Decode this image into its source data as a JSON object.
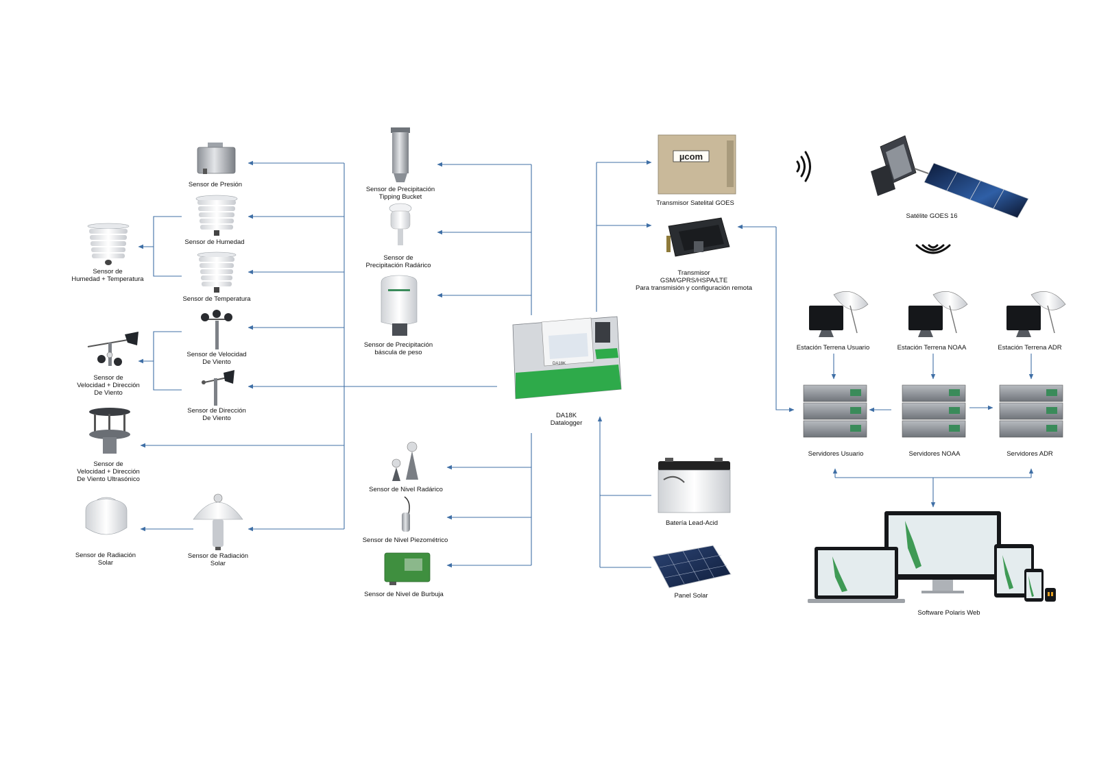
{
  "colors": {
    "connector": "#3f6fa6",
    "device_gray": "#b9bcc1",
    "device_dark": "#3a3d42",
    "datalogger_green": "#2eaa4a",
    "bubble_green": "#3f8f3f",
    "rack_gray": "#8e9399",
    "solar_blue": "#1c2f5a"
  },
  "labels": {
    "pressure": [
      "Sensor de Presión"
    ],
    "humidity": [
      "Sensor de Humedad"
    ],
    "hum_temp": [
      "Sensor de",
      "Humedad + Temperatura"
    ],
    "temperature": [
      "Sensor de Temperatura"
    ],
    "wind_speed": [
      "Sensor de Velocidad",
      "De Viento"
    ],
    "wind_combo": [
      "Sensor de",
      "Velocidad + Dirección",
      "De Viento"
    ],
    "wind_dir": [
      "Sensor de Dirección",
      "De Viento"
    ],
    "ultrasonic": [
      "Sensor de",
      "Velocidad + Dirección",
      "De Viento Ultrasónico"
    ],
    "radiation_left": [
      "Sensor de Radiación",
      "Solar"
    ],
    "radiation_right": [
      "Sensor de Radiación",
      "Solar"
    ],
    "tipping": [
      "Sensor de Precipitación",
      "Tipping Bucket"
    ],
    "precip_radar": [
      "Sensor de",
      "Precipitación Radárico"
    ],
    "precip_weight": [
      "Sensor de Precipitación",
      "báscula de peso"
    ],
    "level_radar": [
      "Sensor de Nivel Radárico"
    ],
    "level_piezo": [
      "Sensor de Nivel Piezométrico"
    ],
    "level_bubble": [
      "Sensor de Nivel de Burbuja"
    ],
    "datalogger": [
      "DA18K",
      "Datalogger"
    ],
    "goes_tx": [
      "Transmisor Satelital GOES"
    ],
    "gsm_tx": [
      "Transmisor",
      "GSM/GPRS/HSPA/LTE",
      "Para transmisión y configuración remota"
    ],
    "satellite": [
      "Satélite GOES 16"
    ],
    "ground_user": [
      "Estación Terrena Usuario"
    ],
    "ground_noaa": [
      "Estación Terrena NOAA"
    ],
    "ground_adr": [
      "Estación Terrena ADR"
    ],
    "servers_user": [
      "Servidores Usuario"
    ],
    "servers_noaa": [
      "Servidores NOAA"
    ],
    "servers_adr": [
      "Servidores ADR"
    ],
    "battery": [
      "Batería Lead-Acid"
    ],
    "solar_panel": [
      "Panel Solar"
    ],
    "software": [
      "Software Polaris Web"
    ]
  },
  "device_text": {
    "goes_brand": "µcom",
    "datalogger_model": "DA18K"
  }
}
